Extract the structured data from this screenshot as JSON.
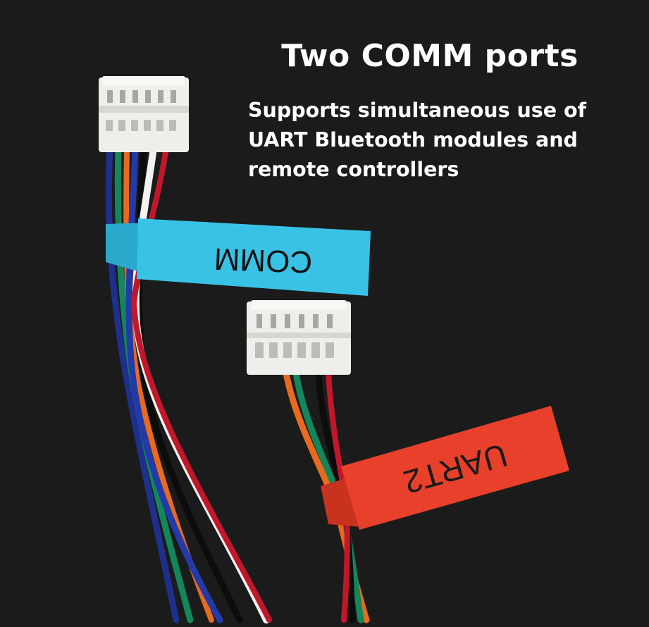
{
  "heading": {
    "title": "Two COMM ports",
    "description_lines": [
      "Supports simultaneous use of",
      "UART Bluetooth modules and",
      "remote controllers"
    ]
  },
  "photo": {
    "labels": {
      "comm_tag": "COMM",
      "uart_tag": "UART2"
    },
    "colors": {
      "background": "#1b1b1b",
      "comm_tag": "#38c3e6",
      "uart_tag": "#e8402a",
      "connector": "#eeeeea",
      "wire_blue": "#1f2f8c",
      "wire_green": "#13875b",
      "wire_orange": "#e86a1f",
      "wire_black": "#0c0c0c",
      "wire_white": "#f2f2f2",
      "wire_red": "#c2172b"
    }
  }
}
